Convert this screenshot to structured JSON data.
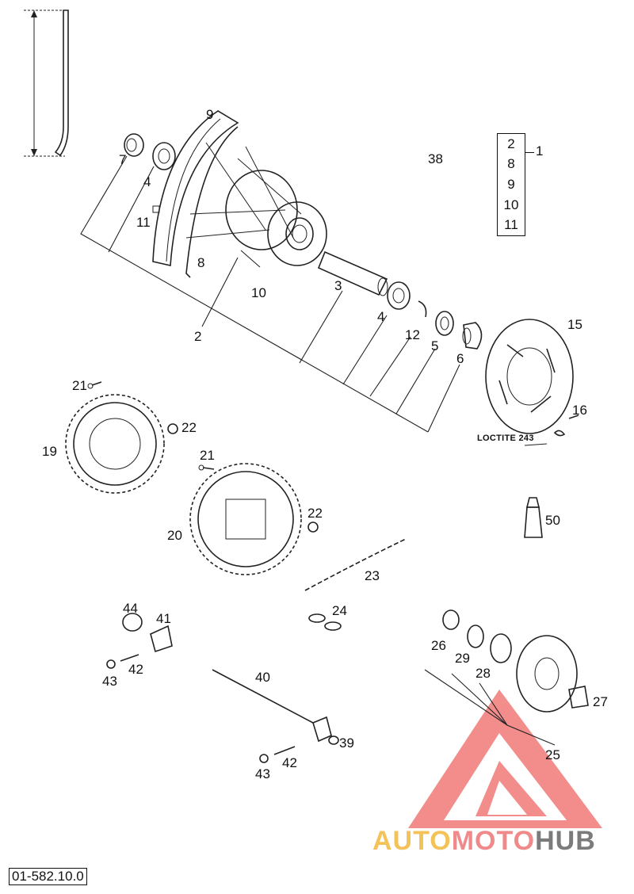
{
  "diagram": {
    "part_number": "01-582.10.0",
    "adhesive_note": "LOCTITE 243",
    "set": {
      "label": "1",
      "contents": [
        "2",
        "8",
        "9",
        "10",
        "11"
      ]
    },
    "callouts": [
      "2",
      "3",
      "4",
      "4",
      "5",
      "6",
      "7",
      "8",
      "9",
      "10",
      "11",
      "12",
      "15",
      "16",
      "19",
      "20",
      "21",
      "21",
      "22",
      "22",
      "23",
      "24",
      "25",
      "26",
      "27",
      "28",
      "29",
      "38",
      "39",
      "40",
      "41",
      "42",
      "42",
      "43",
      "43",
      "44",
      "50"
    ]
  },
  "watermark": {
    "part1": "AUTO",
    "part2": "MOTO",
    "part3": "HUB",
    "colors": {
      "auto": "#f3c35a",
      "moto": "#f08a8a",
      "hub": "#7b7b7b",
      "triangle": "#e9625f"
    }
  }
}
